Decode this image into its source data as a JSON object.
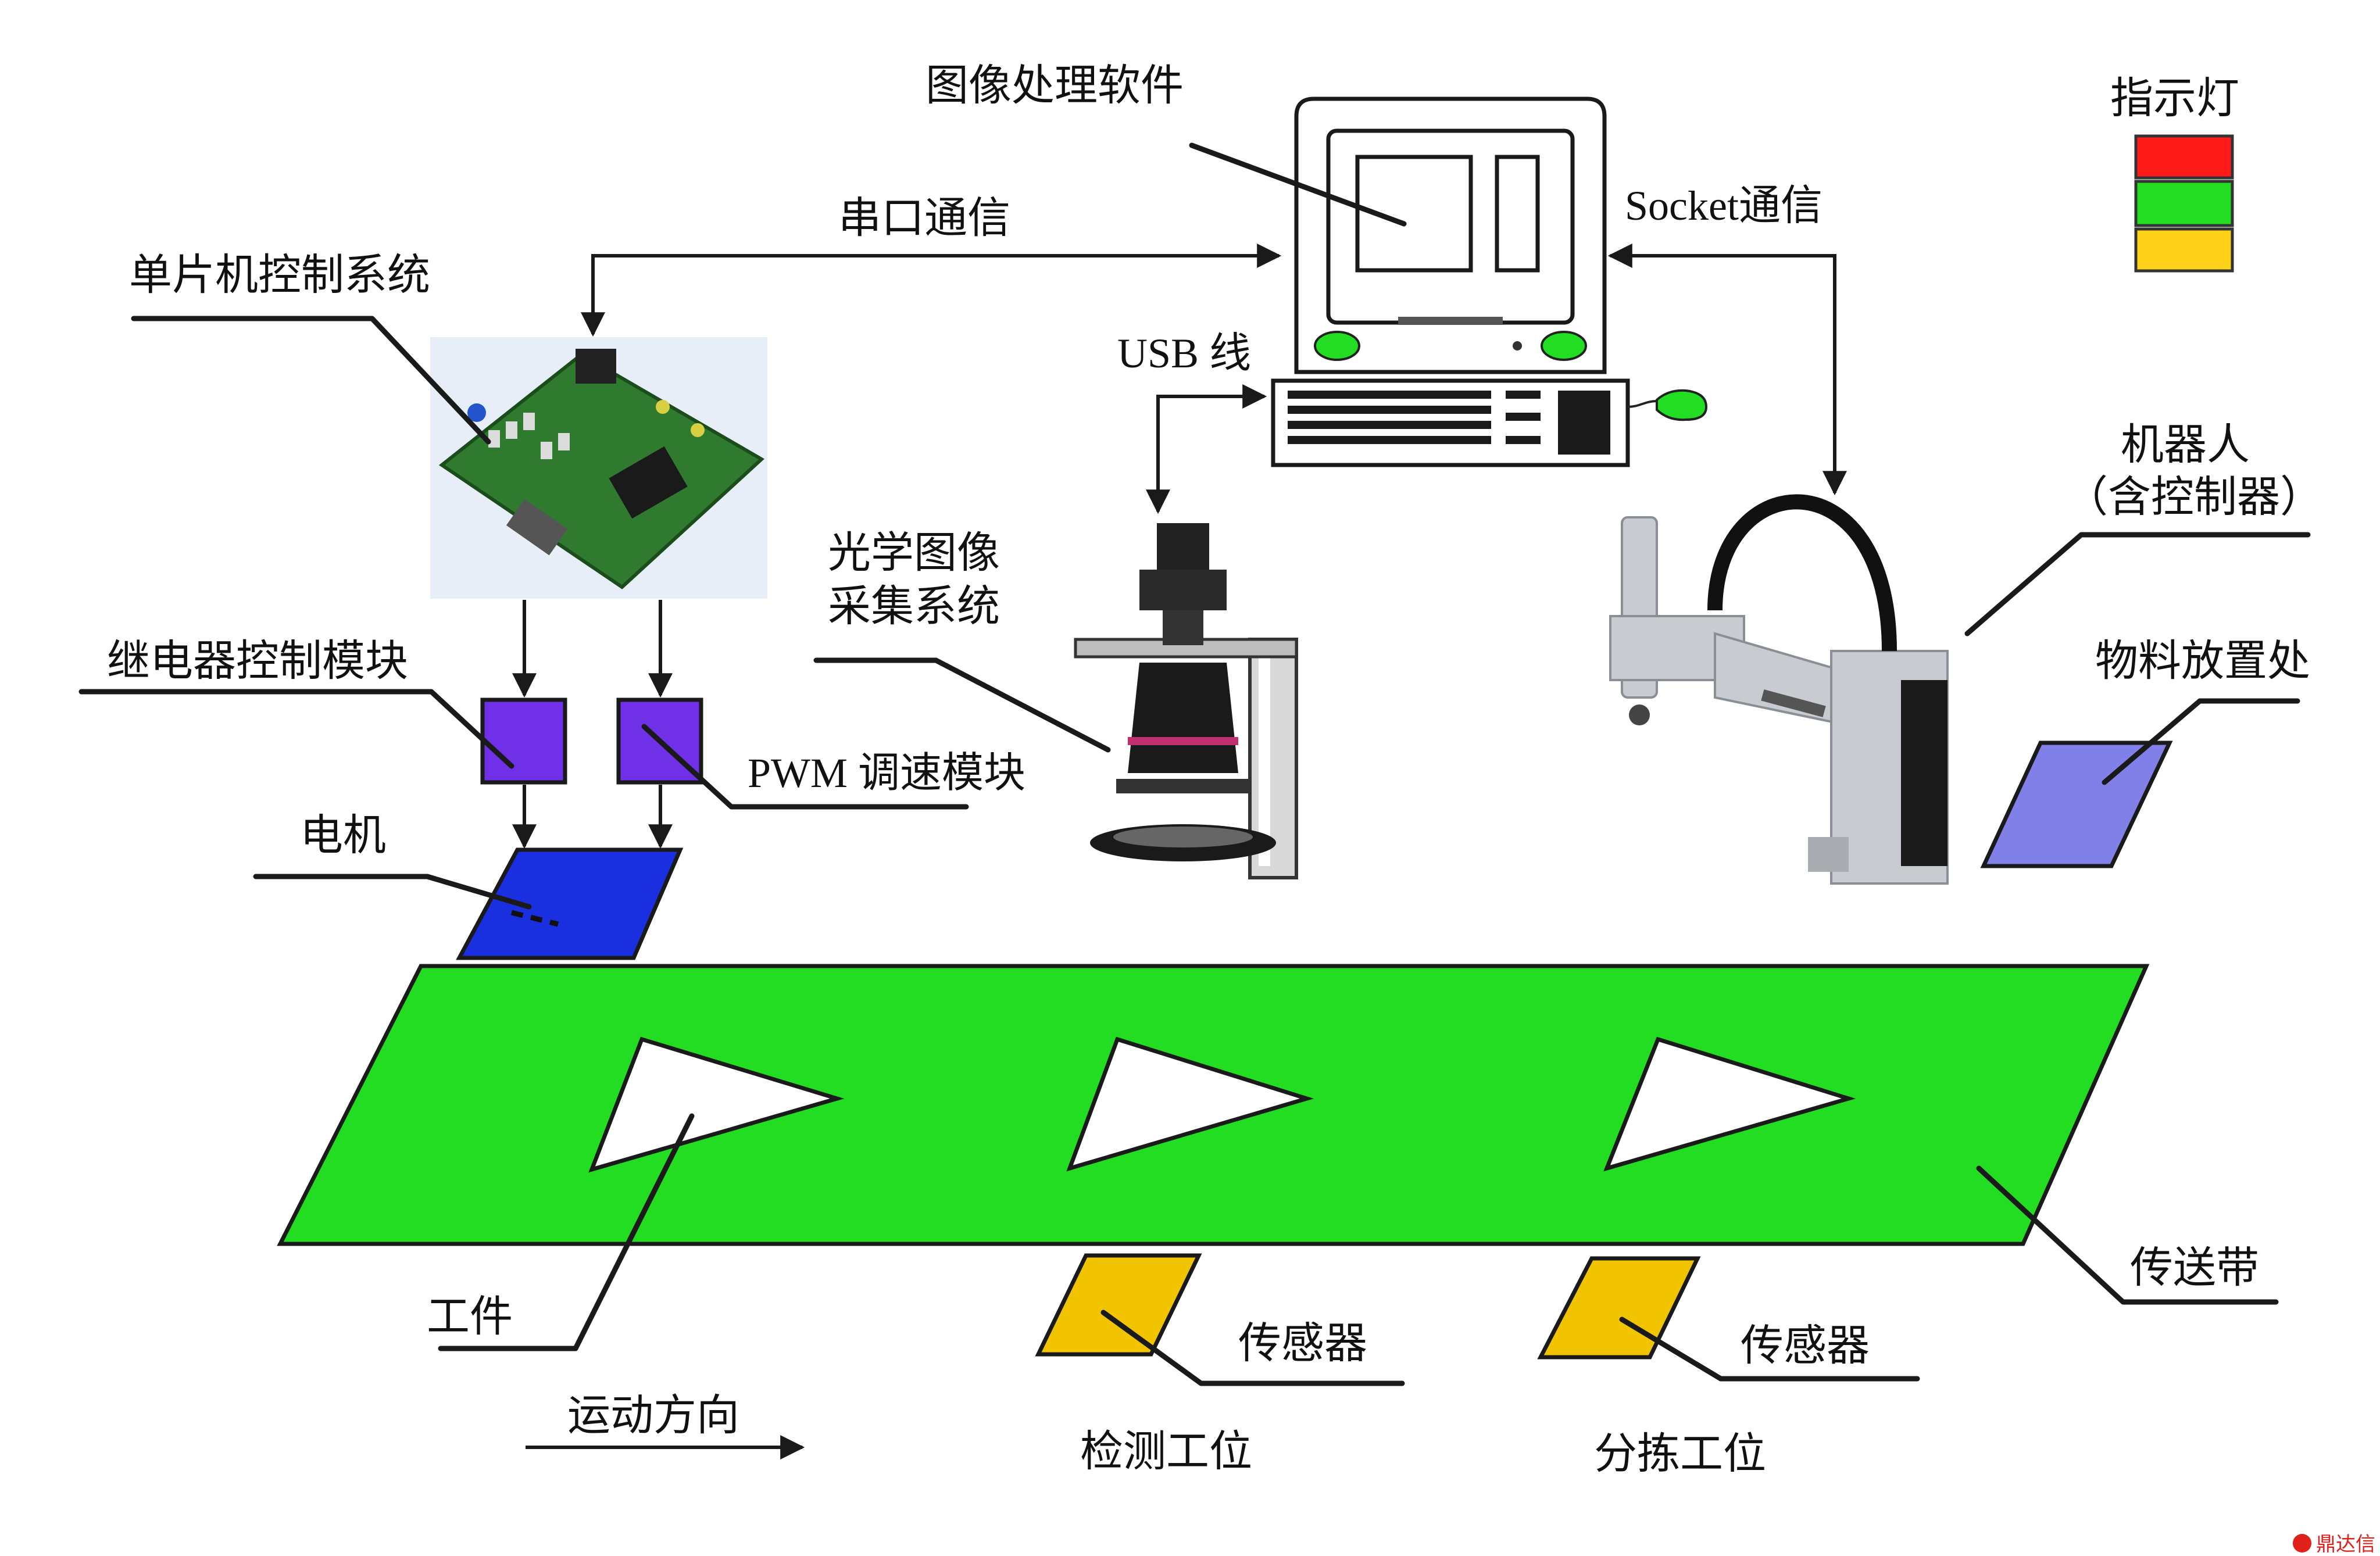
{
  "labels": {
    "image_software": "图像处理软件",
    "serial_comm": "串口通信",
    "socket_comm": "Socket通信",
    "usb_cable": "USB 线",
    "mcu_system": "单片机控制系统",
    "relay_module": "继电器控制模块",
    "pwm_module": "PWM 调速模块",
    "motor": "电机",
    "optical_system_line1": "光学图像",
    "optical_system_line2": "采集系统",
    "robot_line1": "机器人",
    "robot_line2": "（含控制器）",
    "material_place": "物料放置处",
    "indicator_light": "指示灯",
    "workpiece": "工件",
    "conveyor": "传送带",
    "sensor_detect": "传感器",
    "sensor_sort": "传感器",
    "detect_station": "检测工位",
    "sort_station": "分拣工位",
    "motion_direction": "运动方向",
    "watermark": "鼎达信"
  },
  "colors": {
    "conveyor": "#22dd22",
    "module_purple": "#7030e8",
    "motor_blue": "#1a30e0",
    "sensor_yellow": "#f2c400",
    "material_lavender": "#8080e8",
    "indicator_red": "#ff1a1a",
    "indicator_green": "#22dd22",
    "indicator_yellow": "#ffd21a",
    "pcb_green": "#2f7a2f",
    "watermark_red": "#e0201a"
  },
  "icons": [
    "computer-icon",
    "keyboard-icon",
    "mouse-icon",
    "pcb-board-icon",
    "camera-rig-icon",
    "scara-robot-icon"
  ]
}
